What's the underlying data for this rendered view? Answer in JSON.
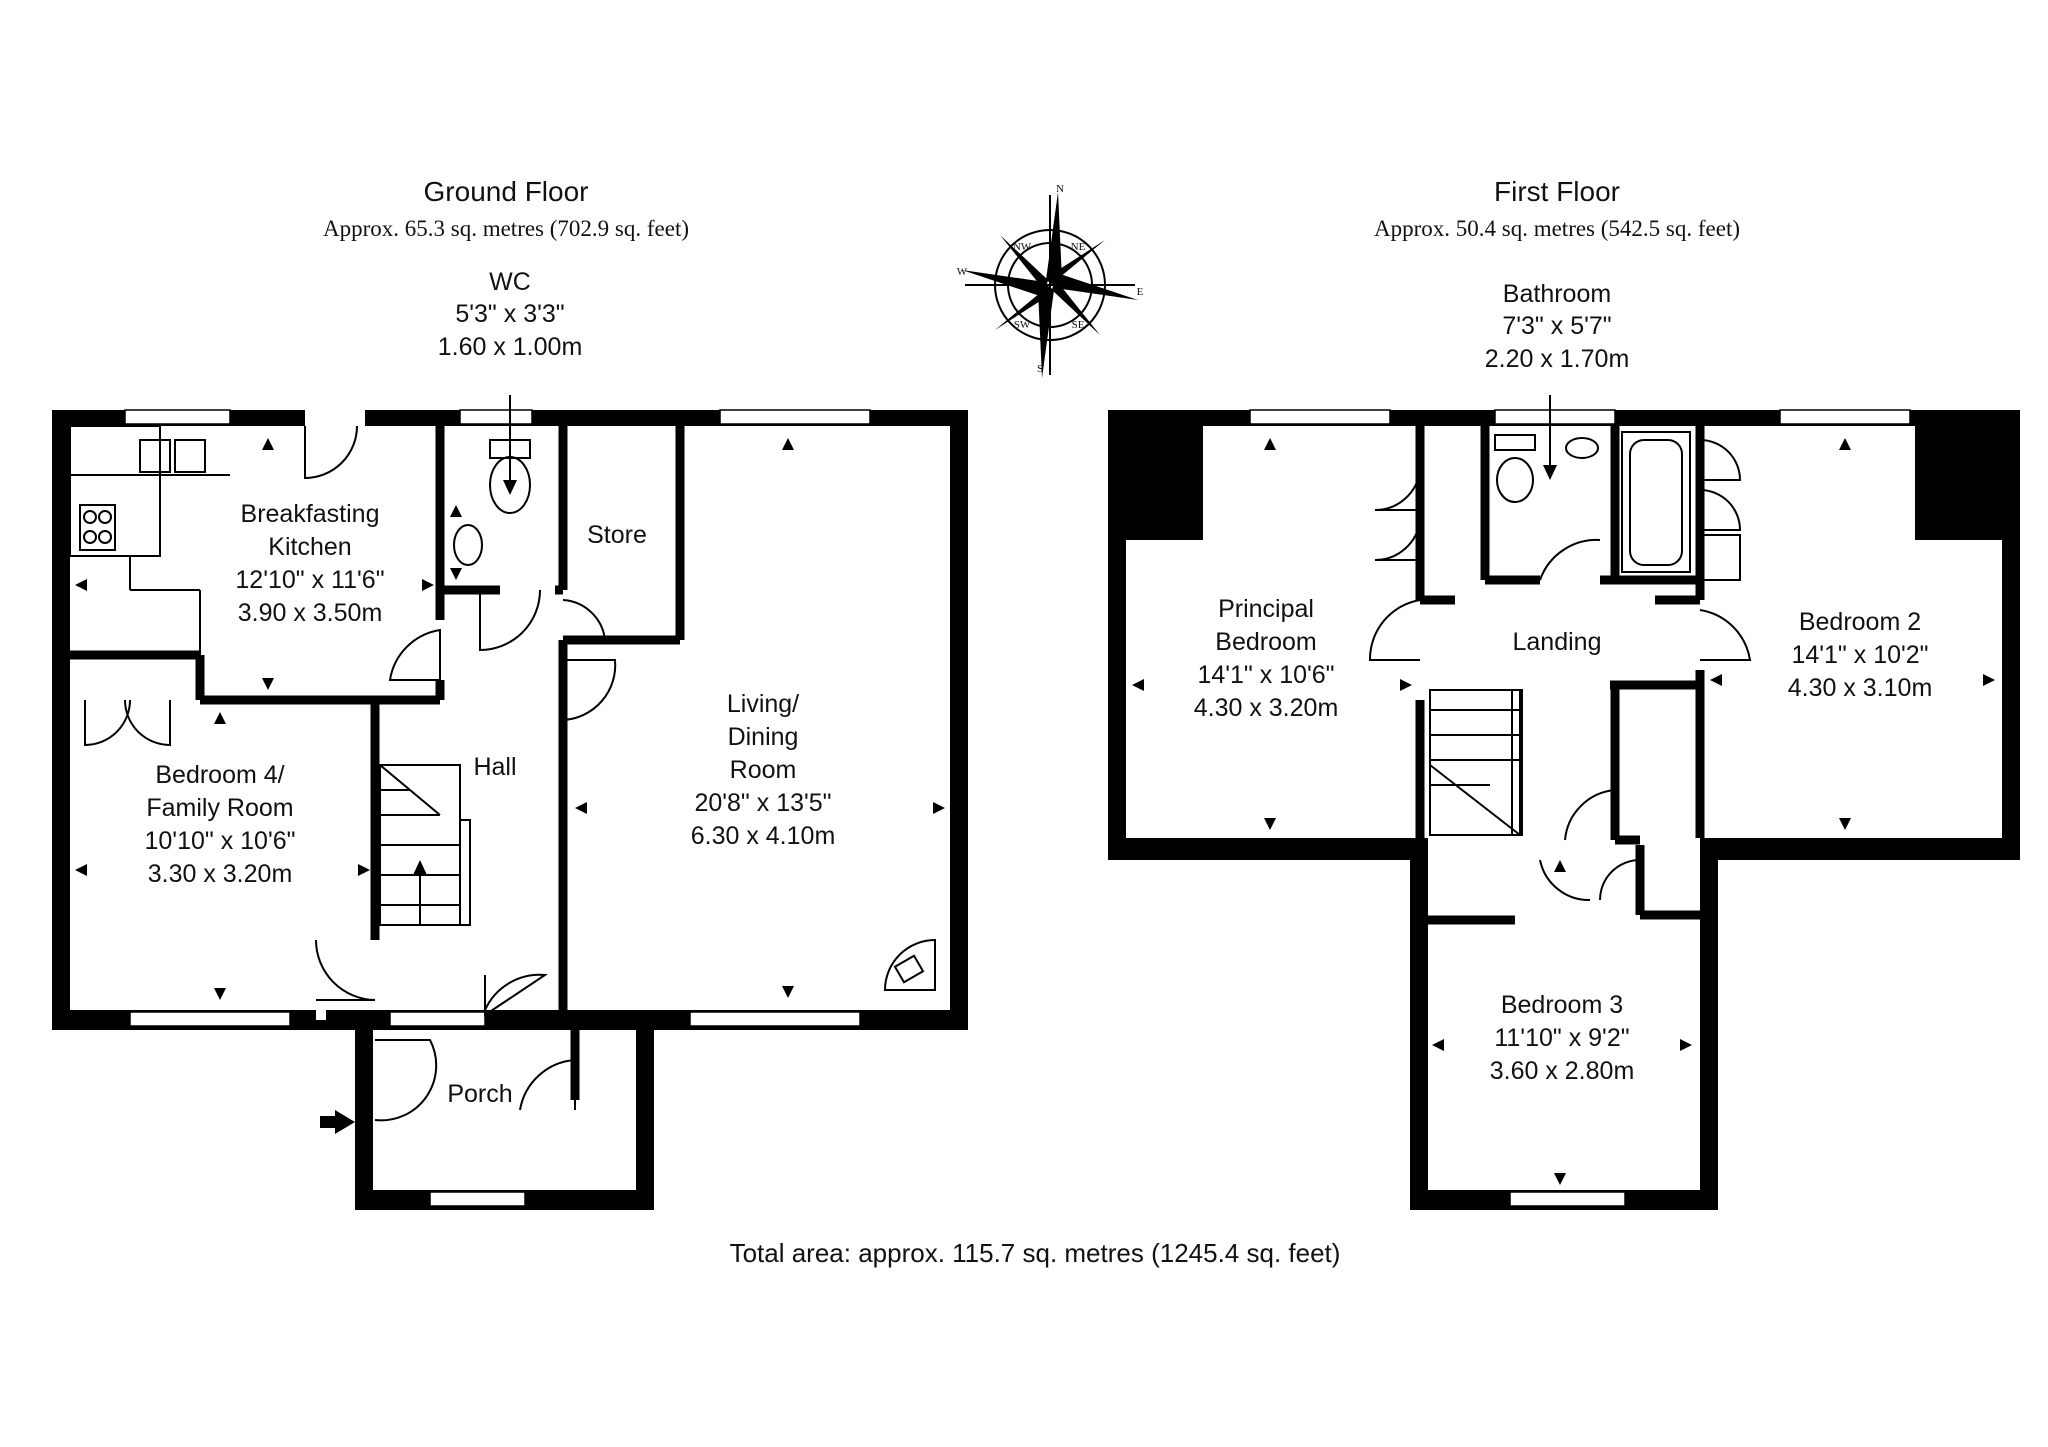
{
  "ground_floor": {
    "title": "Ground Floor",
    "area": "Approx. 65.3 sq. metres (702.9 sq. feet)",
    "rooms": {
      "wc": {
        "name": "WC",
        "imperial": "5'3\" x 3'3\"",
        "metric": "1.60 x 1.00m"
      },
      "kitchen": {
        "name1": "Breakfasting",
        "name2": "Kitchen",
        "imperial": "12'10\" x 11'6\"",
        "metric": "3.90 x 3.50m"
      },
      "store": {
        "name": "Store"
      },
      "hall": {
        "name": "Hall"
      },
      "living": {
        "name1": "Living/",
        "name2": "Dining",
        "name3": "Room",
        "imperial": "20'8\" x 13'5\"",
        "metric": "6.30 x 4.10m"
      },
      "bedroom4": {
        "name1": "Bedroom 4/",
        "name2": "Family Room",
        "imperial": "10'10\" x 10'6\"",
        "metric": "3.30 x 3.20m"
      },
      "porch": {
        "name": "Porch"
      }
    }
  },
  "first_floor": {
    "title": "First Floor",
    "area": "Approx. 50.4 sq. metres (542.5 sq. feet)",
    "rooms": {
      "bathroom": {
        "name": "Bathroom",
        "imperial": "7'3\" x 5'7\"",
        "metric": "2.20 x 1.70m"
      },
      "principal": {
        "name1": "Principal",
        "name2": "Bedroom",
        "imperial": "14'1\" x 10'6\"",
        "metric": "4.30 x 3.20m"
      },
      "landing": {
        "name": "Landing"
      },
      "bedroom2": {
        "name": "Bedroom 2",
        "imperial": "14'1\" x 10'2\"",
        "metric": "4.30 x 3.10m"
      },
      "bedroom3": {
        "name": "Bedroom 3",
        "imperial": "11'10\" x 9'2\"",
        "metric": "3.60 x 2.80m"
      }
    }
  },
  "compass": {
    "n": "N",
    "s": "S",
    "e": "E",
    "w": "W",
    "ne": "NE",
    "nw": "NW",
    "se": "SE",
    "sw": "SW"
  },
  "total_area": "Total area: approx. 115.7 sq. metres (1245.4 sq. feet)"
}
